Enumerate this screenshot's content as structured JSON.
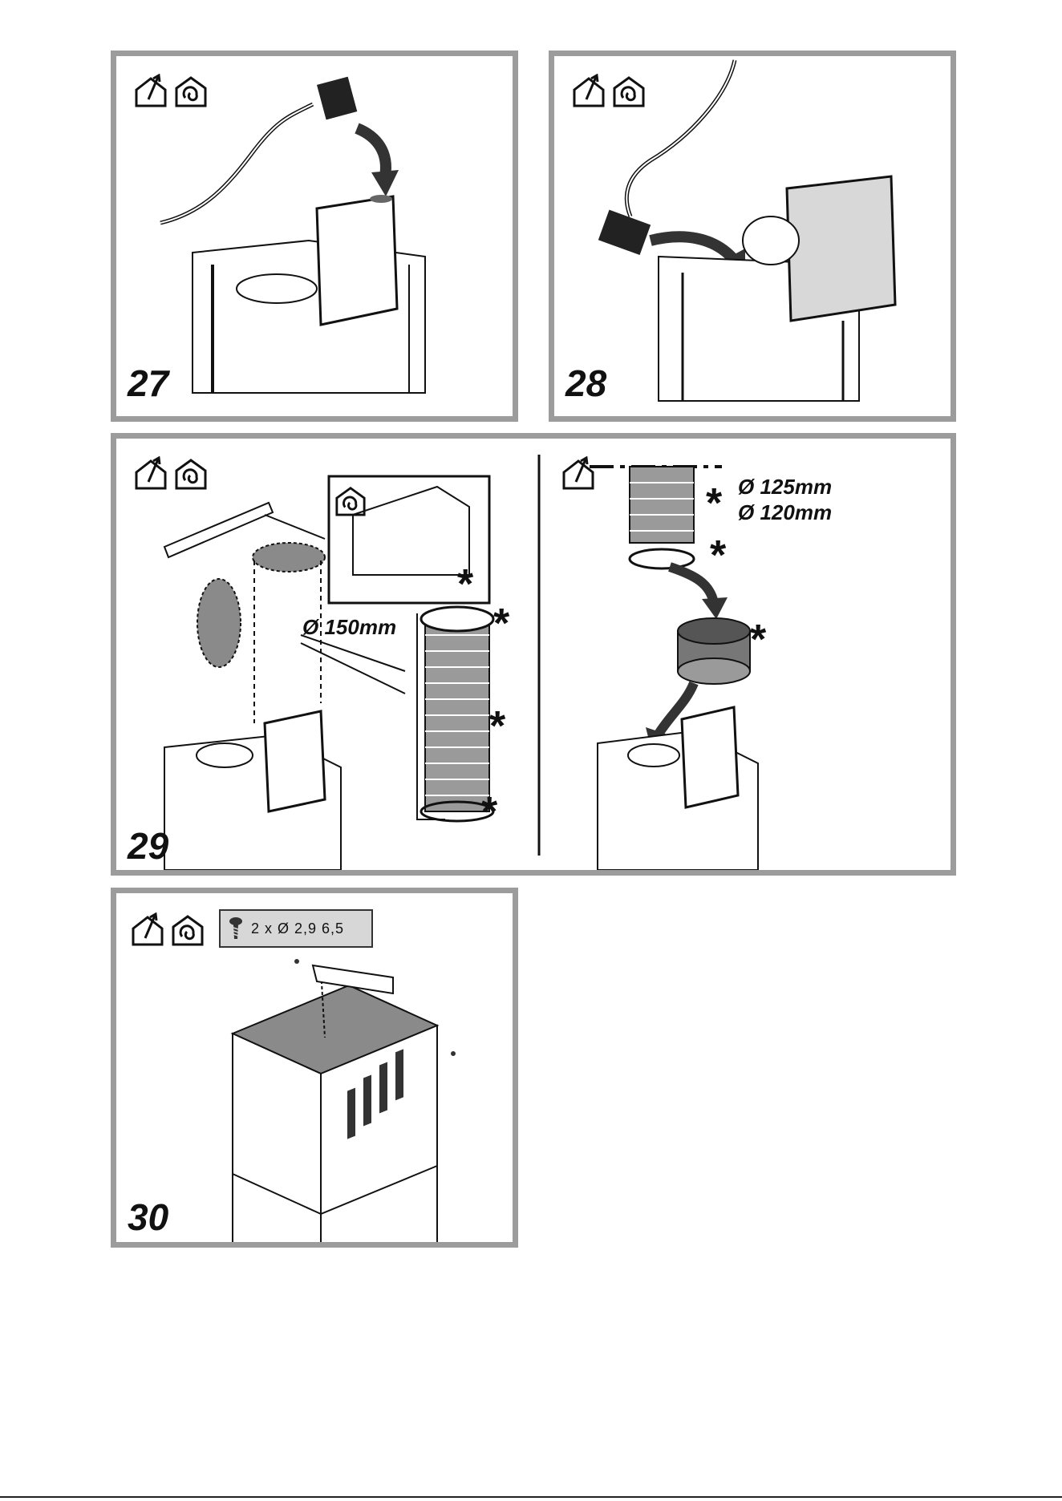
{
  "steps": [
    {
      "number": "27",
      "icons": [
        "duct-out-icon",
        "recirculation-icon"
      ]
    },
    {
      "number": "28",
      "icons": [
        "duct-out-icon",
        "recirculation-icon"
      ]
    },
    {
      "number": "29",
      "icons": [
        "duct-out-icon",
        "recirculation-icon"
      ],
      "inset_icon": "recirculation-icon",
      "duct_label": "Ø 150mm",
      "markers": [
        "*",
        "*",
        "*",
        "*"
      ],
      "right_icon": "duct-out-icon",
      "right_labels": [
        "Ø 125mm",
        "Ø 120mm"
      ],
      "right_markers": [
        "*",
        "*",
        "*"
      ]
    },
    {
      "number": "30",
      "icons": [
        "duct-out-icon",
        "recirculation-icon"
      ],
      "screw_text": "2 x  Ø 2,9 6,5",
      "screw_icon": "screw-icon"
    }
  ],
  "colors": {
    "frame": "#9c9c9c",
    "gray_fill": "#8a8a8a",
    "light_fill": "#dcdcdc"
  }
}
